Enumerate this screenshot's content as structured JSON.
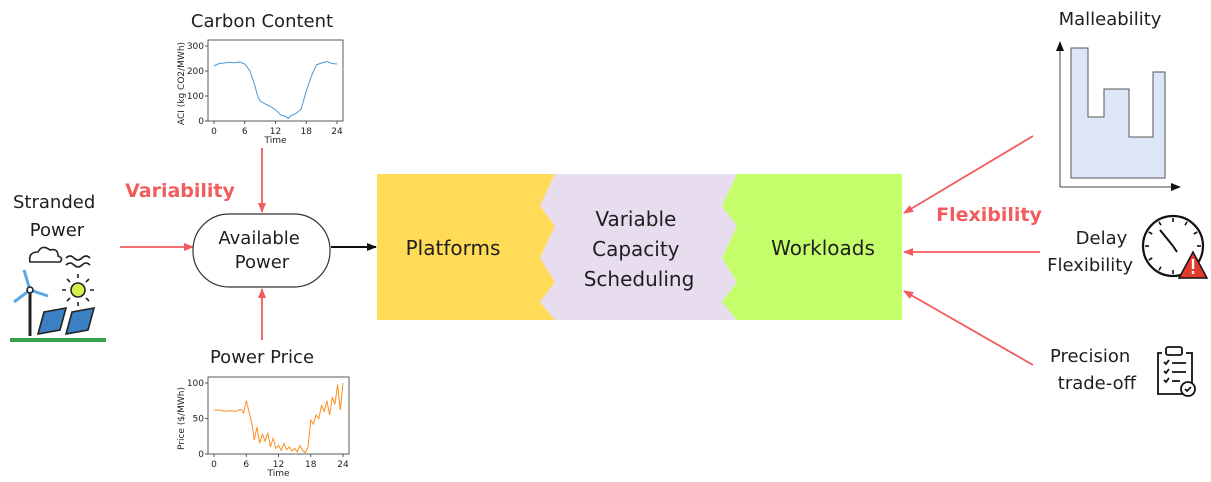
{
  "labels": {
    "stranded_power": [
      "Stranded",
      "Power"
    ],
    "variability": "Variability",
    "available_power": [
      "Available",
      "Power"
    ],
    "carbon_title": "Carbon Content",
    "price_title": "Power Price",
    "platforms": "Platforms",
    "scheduling": [
      "Variable",
      "Capacity",
      "Scheduling"
    ],
    "workloads": "Workloads",
    "flexibility": "Flexibility",
    "malleability": "Malleability",
    "delay_flexibility": [
      "Delay",
      "Flexibility"
    ],
    "precision_tradeoff": [
      "Precision",
      "trade-off"
    ]
  },
  "colors": {
    "platforms": "#ffdb58",
    "scheduling": "#e8dcef",
    "workloads": "#c4ff6b",
    "accent_red": "#f25c5c",
    "carbon_line": "#4a98d8",
    "price_line": "#ff8c1a"
  },
  "icons": {
    "renewables": "wind-solar-icon",
    "clock_warning": "clock-warning-icon",
    "checklist": "checklist-icon"
  },
  "chart_data": [
    {
      "type": "line",
      "title": "Carbon Content",
      "xlabel": "Time",
      "ylabel": "ACI (kg CO2/MWh)",
      "xlim": [
        0,
        24
      ],
      "ylim": [
        0,
        300
      ],
      "xticks": [
        "0",
        "6",
        "12",
        "18",
        "24"
      ],
      "yticks": [
        "0",
        "100",
        "200",
        "300"
      ],
      "series": [
        {
          "x": [
            0,
            1,
            2,
            3,
            4,
            5,
            6,
            7,
            8,
            8.5,
            9,
            10,
            11,
            12,
            13,
            14,
            14.5,
            15,
            16,
            17,
            18,
            19,
            20,
            21,
            22,
            23,
            24
          ],
          "y": [
            220,
            230,
            232,
            235,
            233,
            236,
            228,
            200,
            140,
            100,
            80,
            68,
            58,
            45,
            25,
            18,
            10,
            22,
            30,
            48,
            120,
            180,
            225,
            232,
            238,
            230,
            228
          ]
        }
      ]
    },
    {
      "type": "line",
      "title": "Power Price",
      "xlabel": "Time",
      "ylabel": "Price ($/MWh)",
      "xlim": [
        0,
        24
      ],
      "ylim": [
        0,
        100
      ],
      "xticks": [
        "0",
        "6",
        "12",
        "18",
        "24"
      ],
      "yticks": [
        "0",
        "50",
        "100"
      ],
      "series": [
        {
          "x": [
            0,
            1,
            2,
            3,
            4,
            5,
            5.5,
            6,
            6.5,
            7,
            7.5,
            8,
            8.5,
            9,
            9.5,
            10,
            10.5,
            11,
            11.5,
            12,
            12.5,
            13,
            13.5,
            14,
            14.5,
            15,
            15.5,
            16,
            16.5,
            17,
            17.5,
            18,
            18.5,
            19,
            19.5,
            20,
            20.5,
            21,
            21.5,
            22,
            22.5,
            23,
            23.5,
            24
          ],
          "y": [
            62,
            62,
            60,
            61,
            60,
            63,
            58,
            75,
            60,
            45,
            20,
            38,
            15,
            28,
            18,
            30,
            10,
            22,
            8,
            12,
            5,
            15,
            6,
            10,
            4,
            8,
            3,
            12,
            5,
            2,
            10,
            48,
            42,
            55,
            50,
            68,
            60,
            75,
            55,
            80,
            70,
            98,
            62,
            100
          ]
        }
      ]
    }
  ]
}
